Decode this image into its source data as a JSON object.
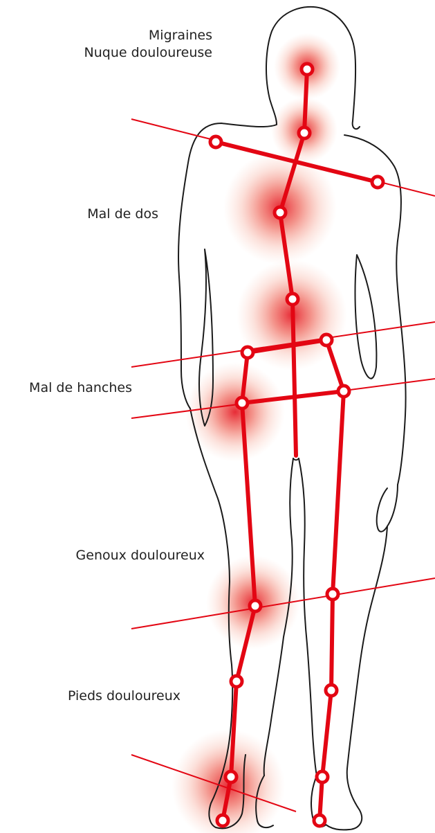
{
  "labels": {
    "migraines": "Migraines",
    "neck": "Nuque douloureuse",
    "back": "Mal de dos",
    "hips": "Mal de hanches",
    "knees": "Genoux douloureux",
    "feet": "Pieds douloureux"
  },
  "colors": {
    "accent": "#e30613",
    "outline": "#1a1a1a",
    "text": "#222222"
  }
}
